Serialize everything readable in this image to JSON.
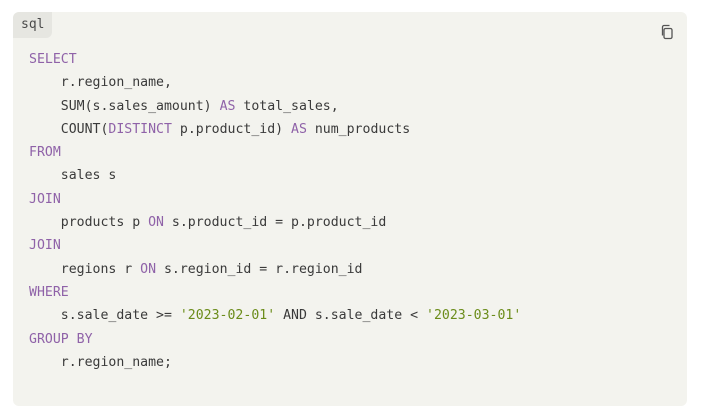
{
  "code_block": {
    "language": "sql",
    "copy_icon": "copy-icon",
    "colors": {
      "background": "#f3f3ee",
      "keyword": "#8f62a8",
      "string": "#6b8c1a",
      "text": "#3a3a3a"
    },
    "lines": [
      {
        "tokens": [
          {
            "type": "kw",
            "text": "SELECT"
          }
        ]
      },
      {
        "tokens": [
          {
            "type": "plain",
            "text": "    r.region_name,"
          }
        ]
      },
      {
        "tokens": [
          {
            "type": "plain",
            "text": "    SUM(s.sales_amount) "
          },
          {
            "type": "kw",
            "text": "AS"
          },
          {
            "type": "plain",
            "text": " total_sales,"
          }
        ]
      },
      {
        "tokens": [
          {
            "type": "plain",
            "text": "    COUNT("
          },
          {
            "type": "kw",
            "text": "DISTINCT"
          },
          {
            "type": "plain",
            "text": " p.product_id) "
          },
          {
            "type": "kw",
            "text": "AS"
          },
          {
            "type": "plain",
            "text": " num_products"
          }
        ]
      },
      {
        "tokens": [
          {
            "type": "kw",
            "text": "FROM"
          }
        ]
      },
      {
        "tokens": [
          {
            "type": "plain",
            "text": "    sales s"
          }
        ]
      },
      {
        "tokens": [
          {
            "type": "kw",
            "text": "JOIN"
          }
        ]
      },
      {
        "tokens": [
          {
            "type": "plain",
            "text": "    products p "
          },
          {
            "type": "kw",
            "text": "ON"
          },
          {
            "type": "plain",
            "text": " s.product_id = p.product_id"
          }
        ]
      },
      {
        "tokens": [
          {
            "type": "kw",
            "text": "JOIN"
          }
        ]
      },
      {
        "tokens": [
          {
            "type": "plain",
            "text": "    regions r "
          },
          {
            "type": "kw",
            "text": "ON"
          },
          {
            "type": "plain",
            "text": " s.region_id = r.region_id"
          }
        ]
      },
      {
        "tokens": [
          {
            "type": "kw",
            "text": "WHERE"
          }
        ]
      },
      {
        "tokens": [
          {
            "type": "plain",
            "text": "    s.sale_date >= "
          },
          {
            "type": "str",
            "text": "'2023-02-01'"
          },
          {
            "type": "plain",
            "text": " AND s.sale_date < "
          },
          {
            "type": "str",
            "text": "'2023-03-01'"
          }
        ]
      },
      {
        "tokens": [
          {
            "type": "kw",
            "text": "GROUP BY"
          }
        ]
      },
      {
        "tokens": [
          {
            "type": "plain",
            "text": "    r.region_name;"
          }
        ]
      }
    ]
  }
}
